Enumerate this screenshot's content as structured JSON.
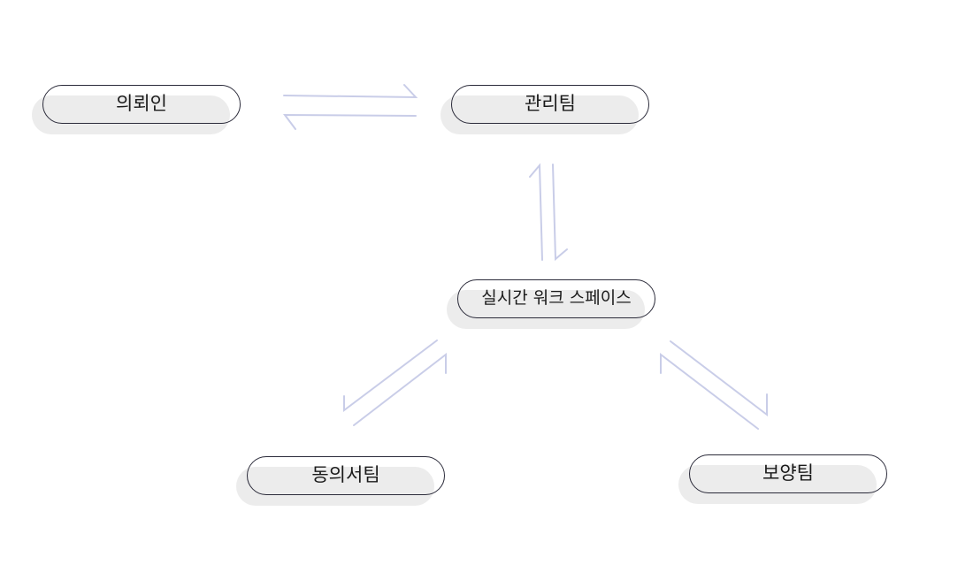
{
  "diagram": {
    "nodes": {
      "requester": {
        "label": "의뢰인"
      },
      "management": {
        "label": "관리팀"
      },
      "workspace": {
        "label": "실시간 워크 스페이스"
      },
      "consent": {
        "label": "동의서팀"
      },
      "care": {
        "label": "보양팀"
      }
    },
    "connections": [
      {
        "from": "의뢰인",
        "to": "관리팀",
        "direction": "bidirectional"
      },
      {
        "from": "관리팀",
        "to": "실시간 워크 스페이스",
        "direction": "bidirectional"
      },
      {
        "from": "실시간 워크 스페이스",
        "to": "동의서팀",
        "direction": "bidirectional"
      },
      {
        "from": "실시간 워크 스페이스",
        "to": "보양팀",
        "direction": "bidirectional"
      }
    ],
    "colors": {
      "connector": "#c9cde8",
      "node_border": "#2b2b3a",
      "node_shadow": "#ececec",
      "text": "#1a1a1a"
    }
  }
}
